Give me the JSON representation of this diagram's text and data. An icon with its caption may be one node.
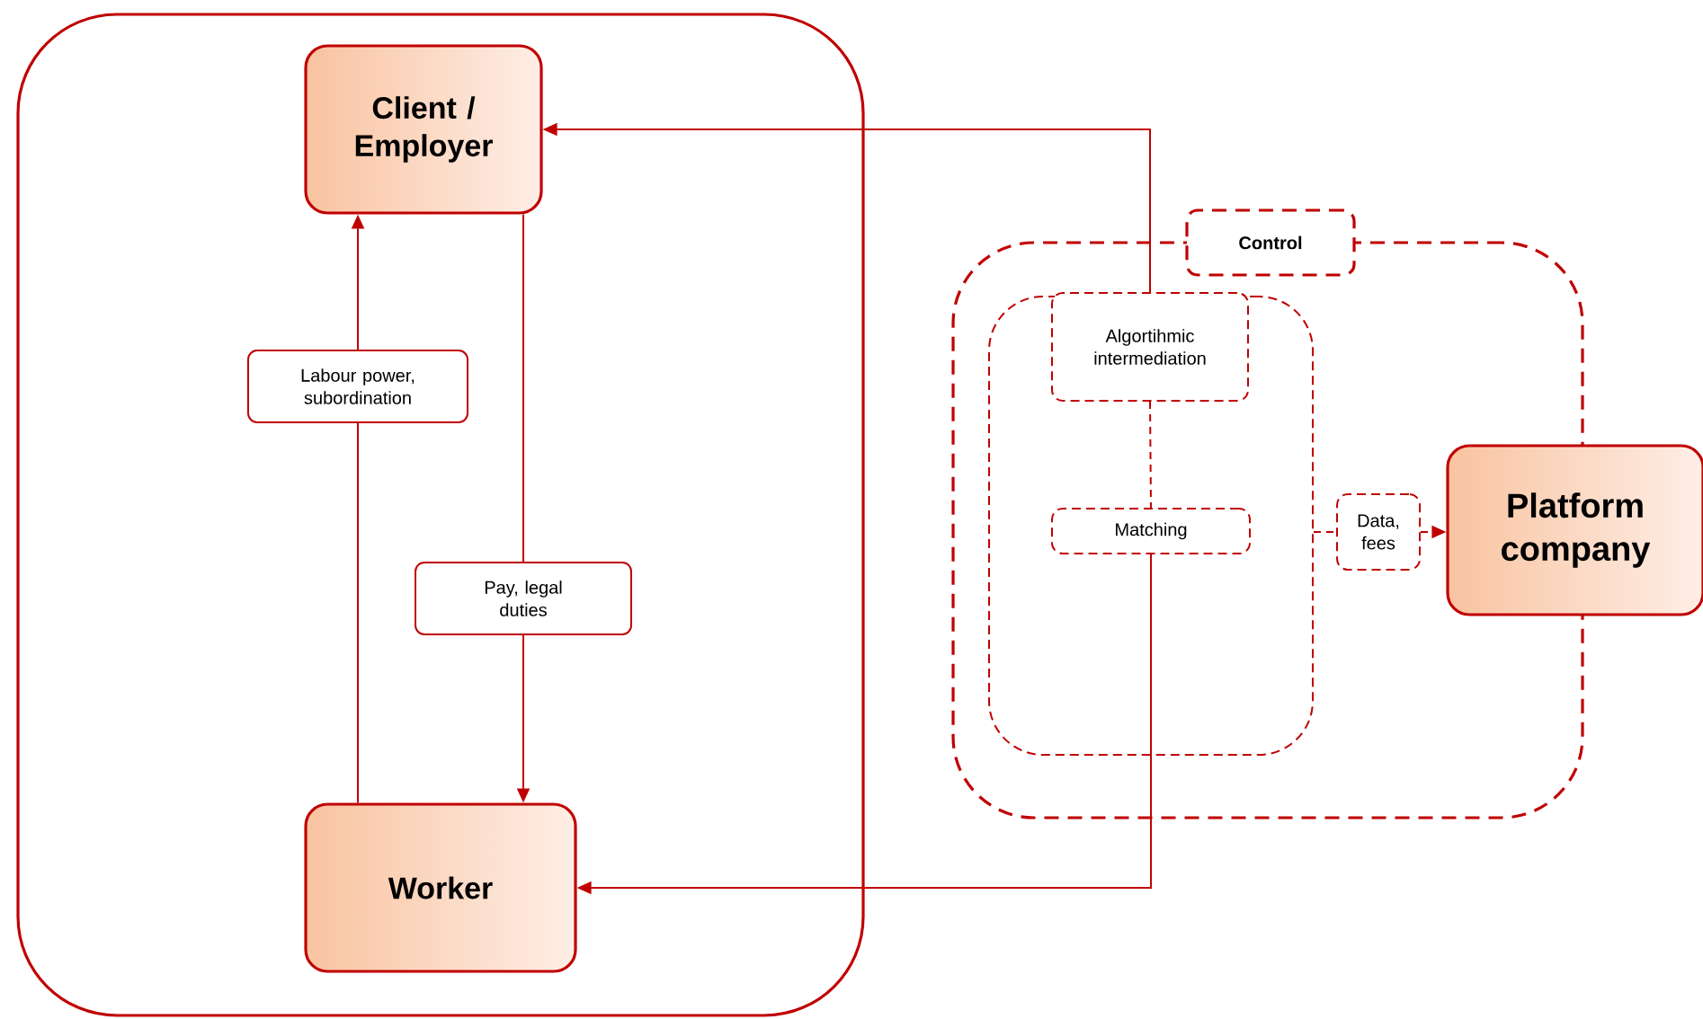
{
  "diagram": {
    "nodes": [
      {
        "text": [],
        "shape": "box"
      },
      {
        "text": [
          "Client / Employer"
        ],
        "in": 0
      },
      {
        "text": [
          "Worker"
        ],
        "in": 0
      },
      {
        "text": [
          "Labour power, subordination"
        ],
        "in": 0
      },
      {
        "text": [
          "Pay, legal duties"
        ],
        "in": 0
      },
      {
        "text": [],
        "shape": "box"
      },
      {
        "text": [
          "Control"
        ]
      },
      {
        "text": [],
        "shape": "box",
        "in": 5
      },
      {
        "text": [
          "Algortihmic intermediation"
        ],
        "in": 7
      },
      {
        "text": [
          "Matching"
        ],
        "in": 7
      },
      {
        "text": [
          "Data, fees"
        ],
        "in": 5
      },
      {
        "text": [
          "Platform company"
        ]
      }
    ],
    "edges": [
      {
        "from": 2,
        "to": 3,
        "arrow": "none"
      },
      {
        "from": 3,
        "to": 1,
        "arrow": "to"
      },
      {
        "from": 1,
        "to": 4,
        "arrow": "none"
      },
      {
        "from": 4,
        "to": 2,
        "arrow": "to"
      },
      {
        "from": 8,
        "to": 1,
        "arrow": "to"
      },
      {
        "from": 9,
        "to": 2,
        "arrow": "to"
      },
      {
        "from": 8,
        "to": 9,
        "arrow": "none",
        "style": "dashed"
      },
      {
        "from": 7,
        "to": 10,
        "arrow": "none",
        "style": "dashed"
      },
      {
        "from": 10,
        "to": 11,
        "arrow": "to",
        "style": "dashed"
      }
    ]
  }
}
